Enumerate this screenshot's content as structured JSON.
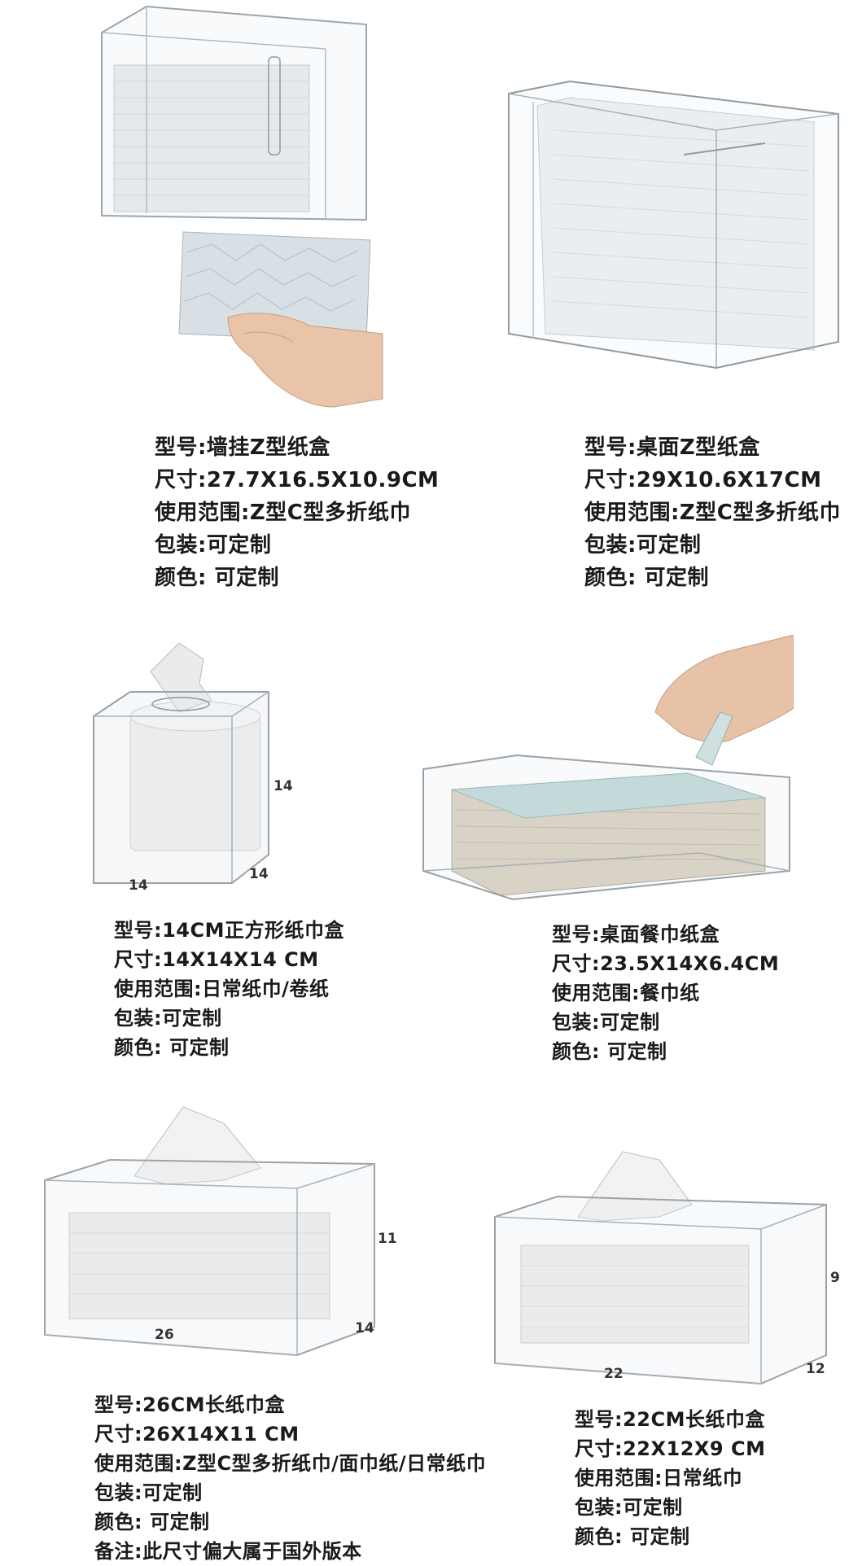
{
  "products": [
    {
      "lines": [
        "型号:墙挂Z型纸盒",
        "尺寸:27.7X16.5X10.9CM",
        "使用范围:Z型C型多折纸巾",
        "包装:可定制",
        "颜色: 可定制"
      ],
      "dims": []
    },
    {
      "lines": [
        "型号:桌面Z型纸盒",
        "尺寸:29X10.6X17CM",
        "使用范围:Z型C型多折纸巾",
        "包装:可定制",
        "颜色: 可定制"
      ],
      "dims": []
    },
    {
      "lines": [
        "型号:14CM正方形纸巾盒",
        "尺寸:14X14X14 CM",
        "使用范围:日常纸巾/卷纸",
        "包装:可定制",
        "颜色: 可定制"
      ],
      "dims": [
        "14",
        "14",
        "14"
      ]
    },
    {
      "lines": [
        "型号:桌面餐巾纸盒",
        "尺寸:23.5X14X6.4CM",
        "使用范围:餐巾纸",
        "包装:可定制",
        "颜色: 可定制"
      ],
      "dims": []
    },
    {
      "lines": [
        "型号:26CM长纸巾盒",
        "尺寸:26X14X11 CM",
        "使用范围:Z型C型多折纸巾/面巾纸/日常纸巾",
        "包装:可定制",
        "颜色: 可定制",
        "备注:此尺寸偏大属于国外版本"
      ],
      "dims": [
        "11",
        "26",
        "14"
      ]
    },
    {
      "lines": [
        "型号:22CM长纸巾盒",
        "尺寸:22X12X9 CM",
        "使用范围:日常纸巾",
        "包装:可定制",
        "颜色: 可定制"
      ],
      "dims": [
        "9",
        "22",
        "12"
      ]
    }
  ]
}
